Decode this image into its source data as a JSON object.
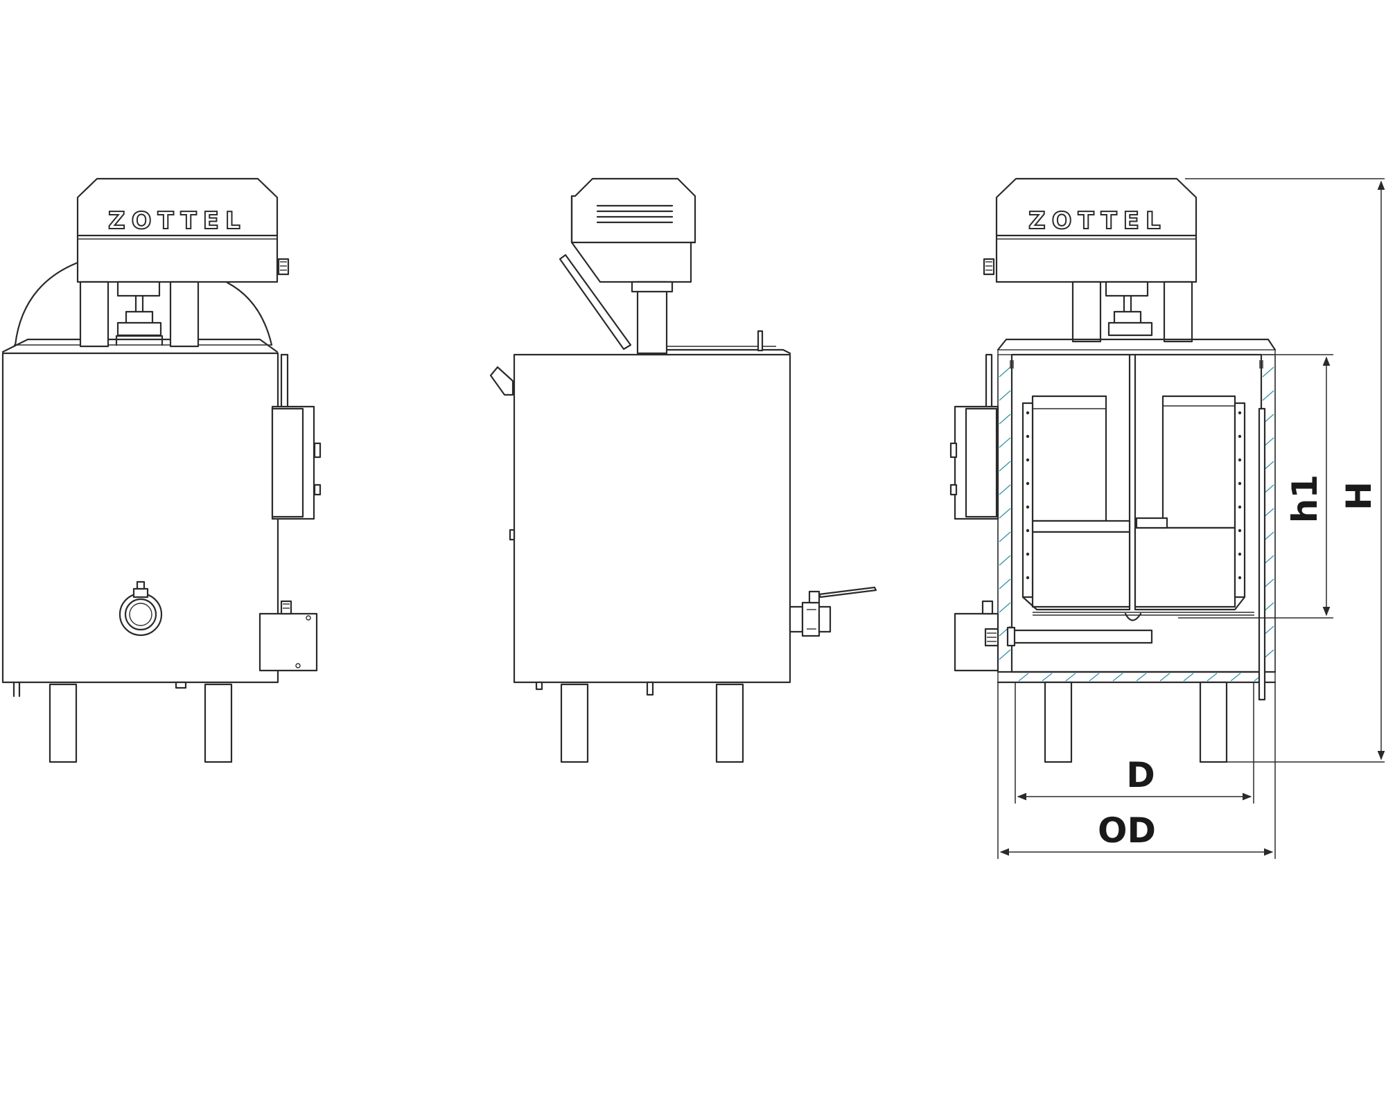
{
  "logo": {
    "front": "ZOTTEL",
    "section": "ZOTTEL"
  },
  "dimensions": {
    "H": "H",
    "h1": "h1",
    "D": "D",
    "OD": "OD"
  },
  "colors": {
    "line": "#2a2a2a",
    "hatch": "#2b8fa8",
    "background": "#ffffff"
  }
}
